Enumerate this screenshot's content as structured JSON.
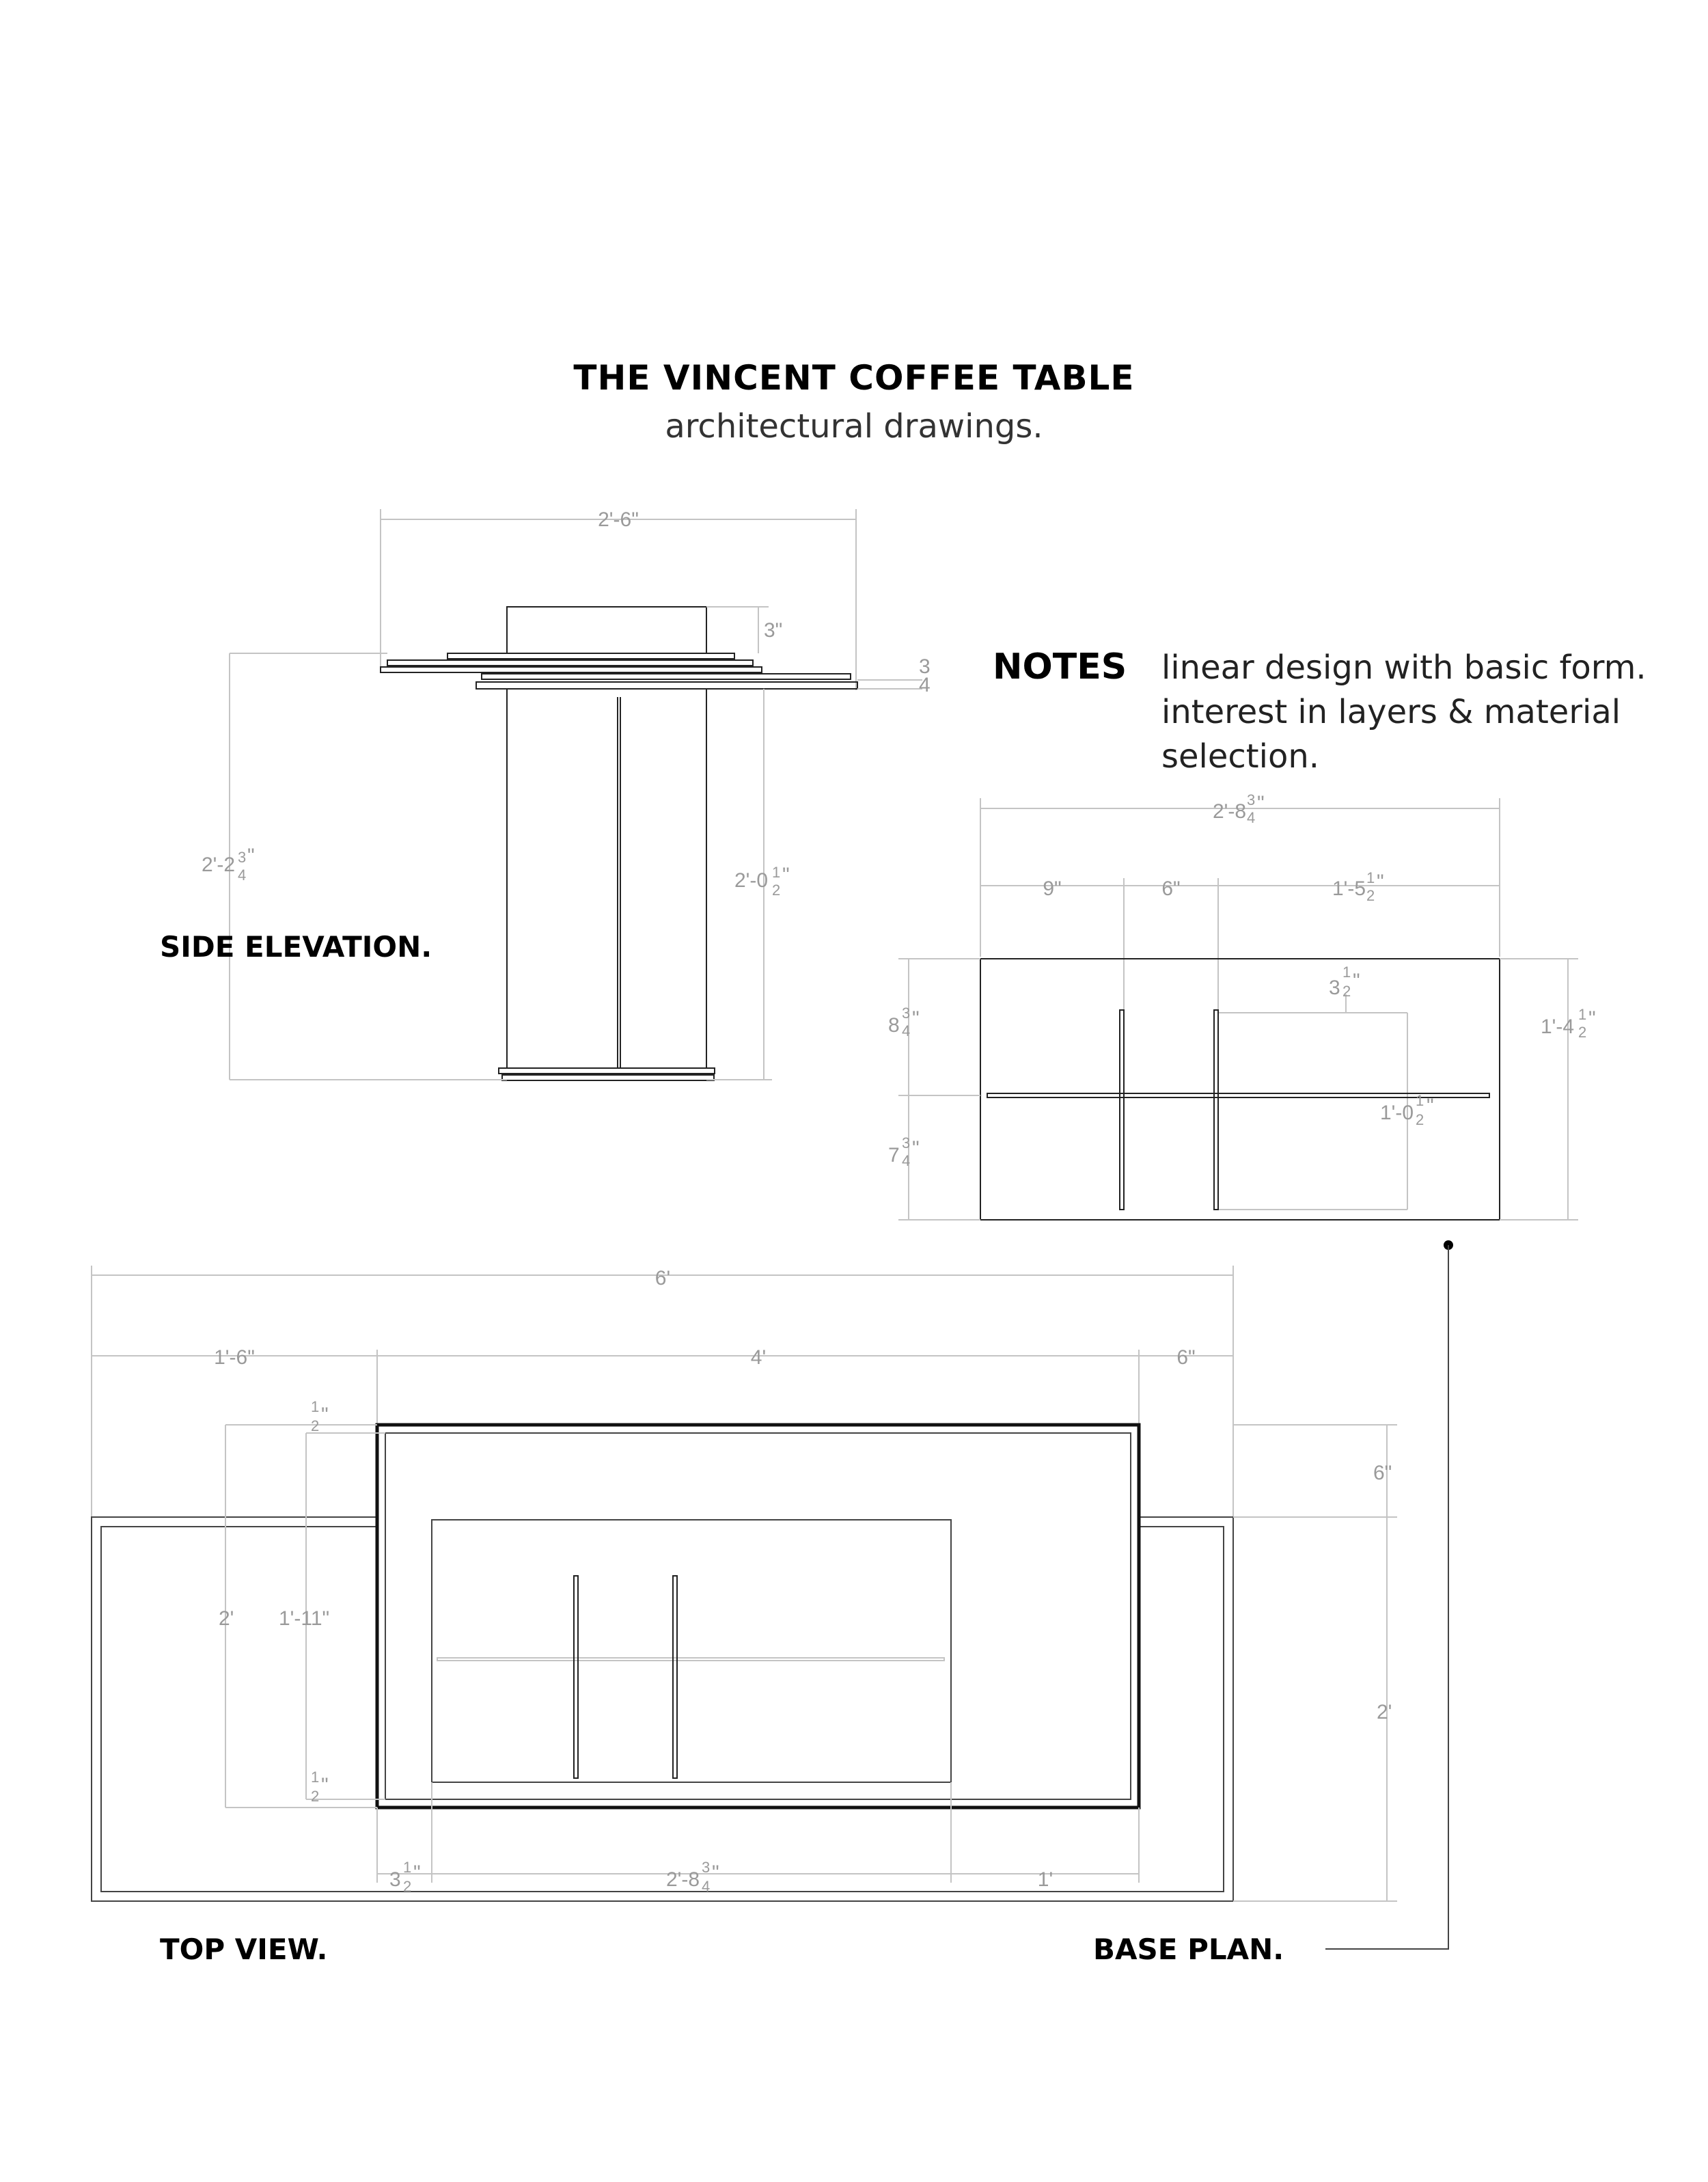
{
  "header": {
    "title": "THE VINCENT COFFEE TABLE",
    "subtitle": "architectural drawings."
  },
  "notes": {
    "heading": "NOTES",
    "lines": [
      "linear design with basic form.",
      "interest in layers & material",
      "selection."
    ]
  },
  "views": {
    "side_elevation": "SIDE ELEVATION.",
    "top_view": "TOP VIEW.",
    "base_plan": "BASE PLAN."
  },
  "dimensions": {
    "side": {
      "overall_width": "2'-6\"",
      "top_block": "3\"",
      "layer_thickness": "3",
      "layer_thickness_den": "4",
      "overall_height": "2'-2",
      "overall_height_frac": [
        "3",
        "4"
      ],
      "leg_height": "2'-0",
      "leg_height_frac": [
        "1",
        "2"
      ]
    },
    "base_plan": {
      "overall_width": "2'-8",
      "overall_width_frac": [
        "3",
        "4"
      ],
      "seg_1": "9\"",
      "seg_2": "6\"",
      "seg_3": "1'-5",
      "seg_3_frac": [
        "1",
        "2"
      ],
      "offset": "3",
      "offset_frac": [
        "1",
        "2"
      ],
      "upper_depth": "8",
      "upper_depth_frac": [
        "3",
        "4"
      ],
      "lower_depth": "7",
      "lower_depth_frac": [
        "3",
        "4"
      ],
      "overall_depth": "1'-4",
      "overall_depth_frac": [
        "1",
        "2"
      ],
      "inner_width": "1'-0",
      "inner_width_frac": [
        "1",
        "2"
      ]
    },
    "top_view": {
      "overall_width": "6'",
      "left_seg": "1'-6\"",
      "mid_seg": "4'",
      "right_seg": "6\"",
      "top_gap": "1",
      "top_gap_den": "2",
      "outer_depth": "2'",
      "inner_depth": "1'-11\"",
      "bottom_gap": "1",
      "bottom_gap_den": "2",
      "right_top": "6\"",
      "right_depth": "2'",
      "bottom_left": "3",
      "bottom_left_frac": [
        "1",
        "2"
      ],
      "bottom_mid": "2'-8",
      "bottom_mid_frac": [
        "3",
        "4"
      ],
      "bottom_right": "1'"
    }
  }
}
